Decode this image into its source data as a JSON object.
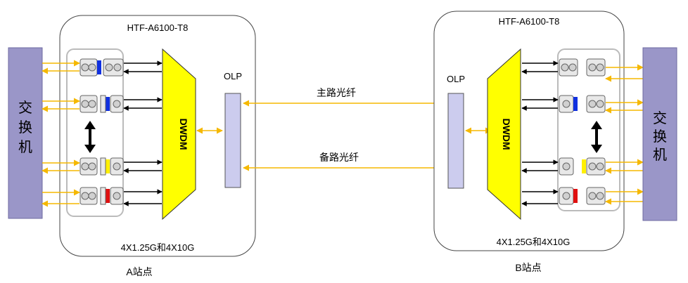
{
  "site_a": {
    "device_title": "HTF-A6100-T8",
    "switch_label": "交换机",
    "dwdm_label": "DWDM",
    "olp_label": "OLP",
    "rate_label": "4X1.25G和4X10G",
    "site_label": "A站点"
  },
  "site_b": {
    "device_title": "HTF-A6100-T8",
    "switch_label": "交换机",
    "dwdm_label": "DWDM",
    "olp_label": "OLP",
    "rate_label": "4X1.25G和4X10G",
    "site_label": "B站点"
  },
  "links": {
    "primary_label": "主路光纤",
    "backup_label": "备路光纤"
  },
  "colors": {
    "fiber": "#F5B800",
    "dwdm_fill": "#FFFF00",
    "olp_fill": "#CCCCEE",
    "switch_fill": "#9A96C8",
    "port_blue": "#1030E0",
    "port_yellow": "#FFF000",
    "port_red": "#E01010"
  },
  "module_colors": [
    "blue",
    "blue",
    "yellow",
    "red"
  ]
}
